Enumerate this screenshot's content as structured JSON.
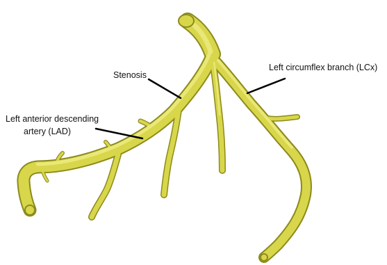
{
  "labels": {
    "stenosis": "Stenosis",
    "lcx": "Left circumflex branch (LCx)",
    "lad_line1": "Left anterior descending",
    "lad_line2": "artery (LAD)"
  },
  "colors": {
    "vessel_fill": "#d8d64a",
    "vessel_highlight": "#e8e674",
    "vessel_shadow": "#a8a628",
    "vessel_edge": "#8c8a1c",
    "arrow": "#000000",
    "text": "#111111",
    "background": "#ffffff"
  }
}
